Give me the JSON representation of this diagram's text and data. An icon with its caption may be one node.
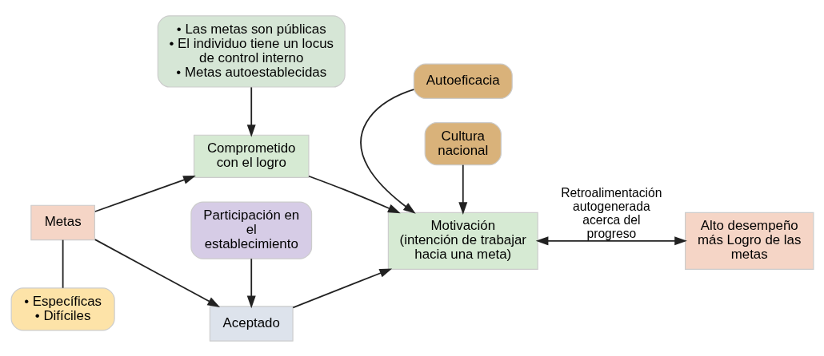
{
  "diagram": {
    "nodes": [
      {
        "text": [
          "• Las metas son públicas",
          "• El individuo tiene un locus de control interno",
          "• Metas autoestablecidas"
        ]
      },
      {
        "text": [
          "Metas"
        ]
      },
      {
        "text": [
          "Comprometido con el logro"
        ]
      },
      {
        "text": [
          "Aceptado"
        ]
      },
      {
        "text": [
          "Autoeficacia"
        ]
      },
      {
        "text": [
          "Motivación",
          "(intención de trabajar hacia una meta)"
        ]
      },
      {
        "text": [
          "Alto desempeño más Logro de las metas"
        ]
      },
      {
        "text": [
          "• Específicas",
          "• Difíciles"
        ]
      },
      {
        "text": [
          "Participación en el establecimiento"
        ]
      },
      {
        "text": [
          "Cultura nacional"
        ]
      }
    ],
    "edges": [
      {
        "from": 0,
        "to": 2,
        "arrow": "to"
      },
      {
        "from": 1,
        "to": 2,
        "arrow": "to"
      },
      {
        "from": 1,
        "to": 3,
        "arrow": "to"
      },
      {
        "from": 2,
        "to": 5,
        "arrow": "to"
      },
      {
        "from": 3,
        "to": 5,
        "arrow": "to"
      },
      {
        "from": 4,
        "to": 5,
        "arrow": "to"
      },
      {
        "from": 9,
        "to": 5,
        "arrow": "to"
      },
      {
        "from": 5,
        "to": 6,
        "arrow": "both",
        "label": "Retroalimentación autogenerada acerca del progreso"
      },
      {
        "from": 1,
        "to": 7,
        "arrow": "none"
      },
      {
        "from": 8,
        "to": 3,
        "arrow": "to"
      }
    ]
  }
}
